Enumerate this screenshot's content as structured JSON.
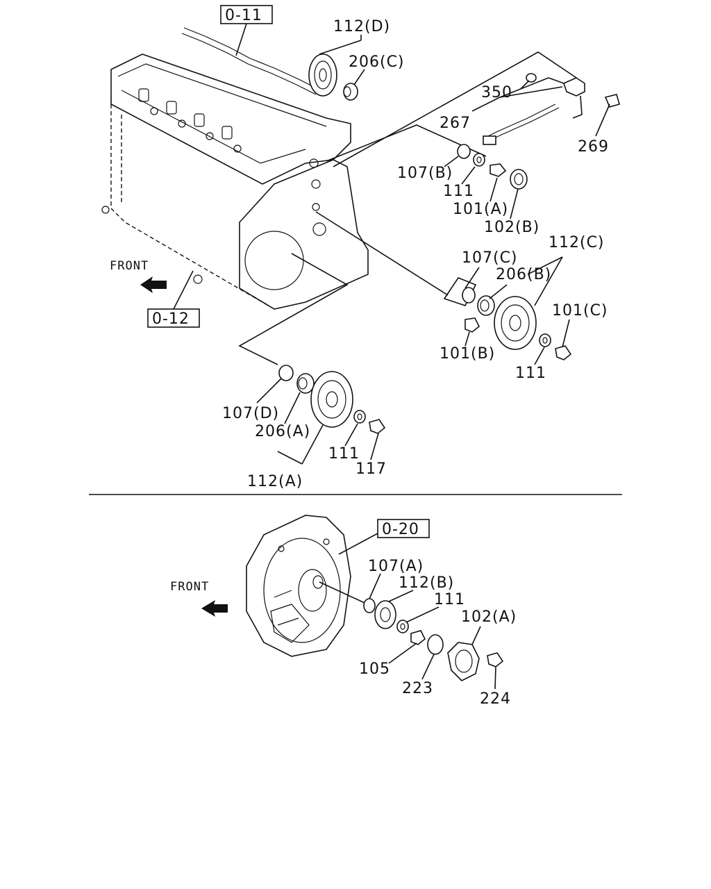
{
  "upper": {
    "ref_boxes": [
      "0-11",
      "0-12"
    ],
    "front_label": "FRONT",
    "labels": {
      "p112d": "112(D)",
      "p206c": "206(C)",
      "p350": "350",
      "p267": "267",
      "p269": "269",
      "p107b": "107(B)",
      "p111a": "111",
      "p101a": "101(A)",
      "p102b": "102(B)",
      "p112c": "112(C)",
      "p107c": "107(C)",
      "p206b": "206(B)",
      "p101c": "101(C)",
      "p101b": "101(B)",
      "p111b": "111",
      "p107d": "107(D)",
      "p206a": "206(A)",
      "p111c": "111",
      "p117": "117",
      "p112a": "112(A)"
    }
  },
  "lower": {
    "ref_box": "0-20",
    "front_label": "FRONT",
    "labels": {
      "p107a": "107(A)",
      "p112b": "112(B)",
      "p111": "111",
      "p102a": "102(A)",
      "p105": "105",
      "p223": "223",
      "p224": "224"
    }
  }
}
